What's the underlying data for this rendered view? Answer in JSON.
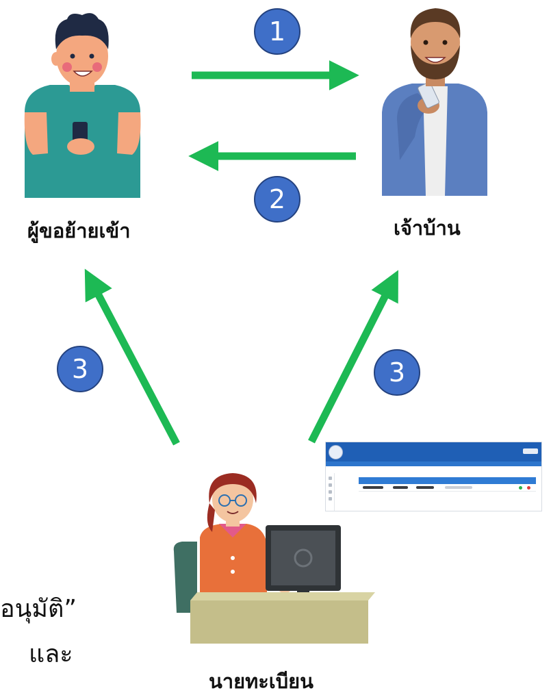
{
  "diagram": {
    "nodes": {
      "requester": {
        "label": "ผู้ขอย้ายเข้า"
      },
      "house_owner": {
        "label": "เจ้าบ้าน"
      },
      "registrar": {
        "label": "นายทะเบียน"
      }
    },
    "steps": [
      {
        "number": "1",
        "from": "requester",
        "to": "house_owner"
      },
      {
        "number": "2",
        "from": "house_owner",
        "to": "requester"
      },
      {
        "number": "3",
        "from": "registrar",
        "to": "requester"
      },
      {
        "number": "3",
        "from": "registrar",
        "to": "house_owner"
      }
    ],
    "partial_text": {
      "line1": "อนุมัติ”",
      "line2": "และ"
    },
    "colors": {
      "arrow": "#1db954",
      "badge": "#3f6fc8",
      "system_header": "#1f5fb5"
    }
  }
}
